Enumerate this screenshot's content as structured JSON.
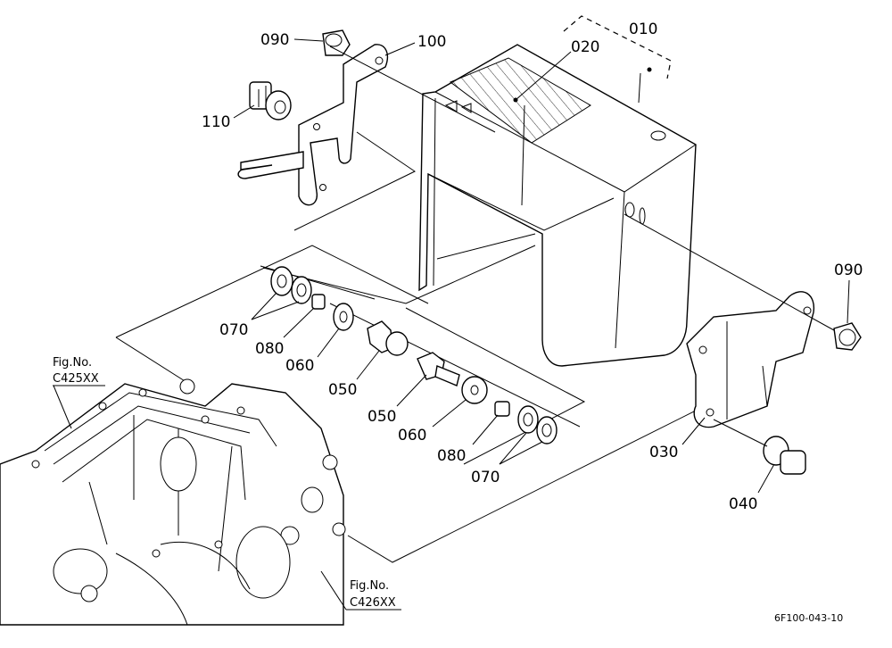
{
  "callouts": {
    "c010": "010",
    "c020": "020",
    "c030": "030",
    "c040": "040",
    "c050a": "050",
    "c050b": "050",
    "c060a": "060",
    "c060b": "060",
    "c070a": "070",
    "c070b": "070",
    "c080a": "080",
    "c080b": "080",
    "c090a": "090",
    "c090b": "090",
    "c100": "100",
    "c110": "110"
  },
  "figure_refs": {
    "ref1": {
      "label": "Fig.No.",
      "code": "C425XX"
    },
    "ref2": {
      "label": "Fig.No.",
      "code": "C426XX"
    }
  },
  "drawing_code": "6F100-043-10"
}
